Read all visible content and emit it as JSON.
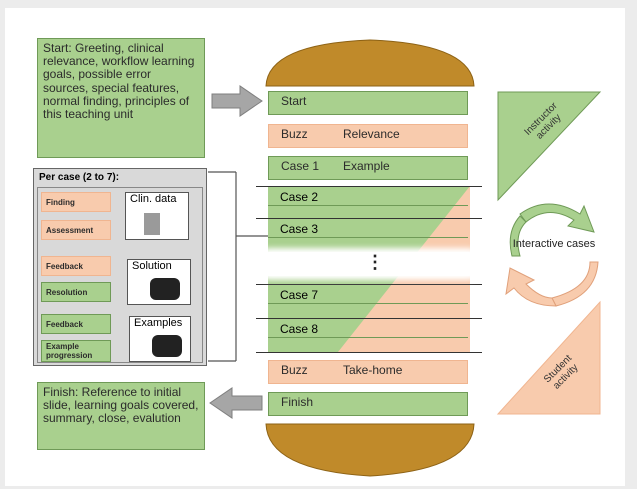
{
  "start_box": "Start: Greeting, clinical relevance, workflow learning goals, possible error sources, special features, normal finding, principles of this teaching unit",
  "finish_box": "Finish: Reference to initial slide, learning goals covered, summary, close, evalution",
  "per_case": {
    "title": "Per case (2 to 7):",
    "finding": "Finding",
    "assessment": "Assessment",
    "clin_data": "Clin. data",
    "feedback1": "Feedback",
    "resolution": "Resolution",
    "solution": "Solution",
    "feedback2": "Feedback",
    "example_progression": "Example progression",
    "examples": "Examples"
  },
  "burger": {
    "start": "Start",
    "buzz1": "Buzz",
    "relevance": "Relevance",
    "case1": "Case 1",
    "example": "Example",
    "case2": "Case 2",
    "case3": "Case 3",
    "dots": "⋮",
    "case7": "Case 7",
    "case8": "Case 8",
    "buzz2": "Buzz",
    "takehome": "Take-home",
    "finish": "Finish"
  },
  "interactive_cases": "Interactive cases",
  "instructor_activity": "Instructor activity",
  "student_activity": "Student activity",
  "colors": {
    "green": "#a9d08e",
    "peach": "#f8cbad",
    "bun": "#c08a2a",
    "tri_green": "#a9d08e",
    "tri_peach": "#f8cbad"
  }
}
